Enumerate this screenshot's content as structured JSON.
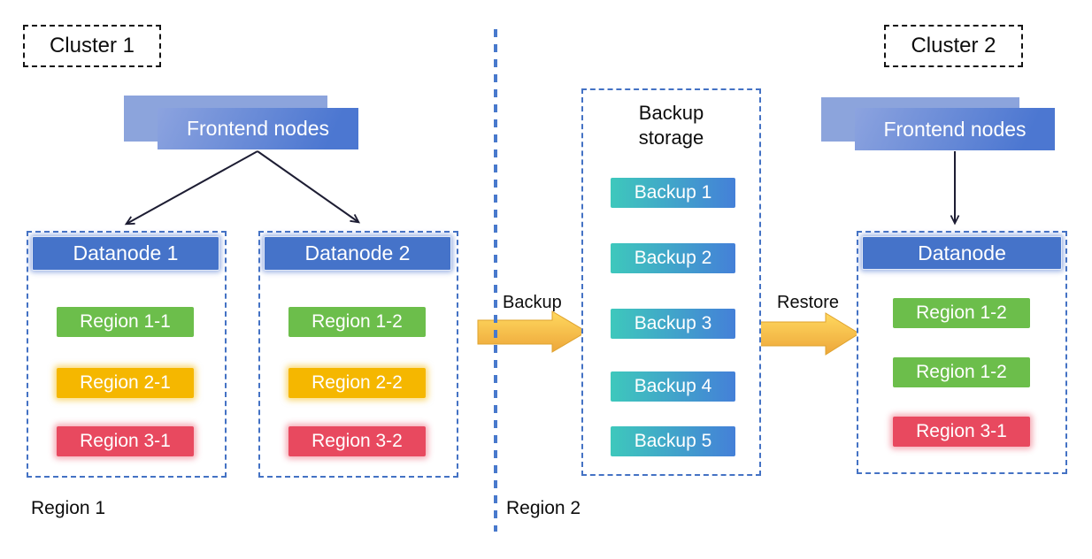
{
  "clusters": {
    "cluster1": {
      "label": "Cluster 1",
      "frontend_label": "Frontend nodes",
      "region_caption": "Region 1",
      "datanodes": [
        {
          "title": "Datanode 1",
          "regions": [
            {
              "label": "Region 1-1",
              "color": "green"
            },
            {
              "label": "Region 2-1",
              "color": "yellow"
            },
            {
              "label": "Region 3-1",
              "color": "red"
            }
          ]
        },
        {
          "title": "Datanode 2",
          "regions": [
            {
              "label": "Region 1-2",
              "color": "green"
            },
            {
              "label": "Region 2-2",
              "color": "yellow"
            },
            {
              "label": "Region 3-2",
              "color": "red"
            }
          ]
        }
      ]
    },
    "cluster2": {
      "label": "Cluster 2",
      "frontend_label": "Frontend nodes",
      "region_caption": "Region 2",
      "datanodes": [
        {
          "title": "Datanode",
          "regions": [
            {
              "label": "Region 1-2",
              "color": "green"
            },
            {
              "label": "Region 1-2",
              "color": "green"
            },
            {
              "label": "Region 3-1",
              "color": "red"
            }
          ]
        }
      ]
    }
  },
  "backup_storage": {
    "title": "Backup storage",
    "items": [
      "Backup 1",
      "Backup 2",
      "Backup 3",
      "Backup 4",
      "Backup 5"
    ]
  },
  "flows": {
    "backup_label": "Backup",
    "restore_label": "Restore"
  },
  "colors": {
    "blue_accent": "#4472C4",
    "frontend_back": "#8CA4DC",
    "region_green": "#6CBE4B",
    "region_yellow": "#F5B700",
    "region_red": "#E8495F",
    "backup_teal": "#3EC8BC",
    "backup_blue": "#4480D8",
    "arrow_gold": "#F3B441"
  }
}
